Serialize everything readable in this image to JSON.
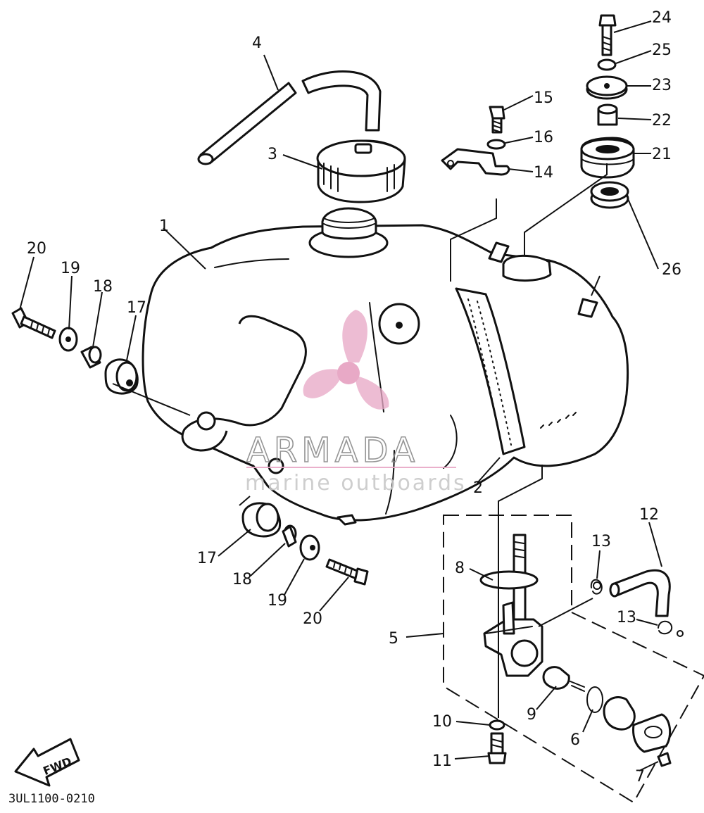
{
  "diagram": {
    "code": "3UL1100-0210",
    "fwd_label": "FWD",
    "callouts": {
      "c1": "1",
      "c2": "2",
      "c3": "3",
      "c4": "4",
      "c5": "5",
      "c6": "6",
      "c7": "7",
      "c8": "8",
      "c9": "9",
      "c10": "10",
      "c11": "11",
      "c12": "12",
      "c13a": "13",
      "c13b": "13",
      "c14": "14",
      "c15": "15",
      "c16": "16",
      "c17a": "17",
      "c17b": "17",
      "c18a": "18",
      "c18b": "18",
      "c19a": "19",
      "c19b": "19",
      "c20a": "20",
      "c20b": "20",
      "c21": "21",
      "c22": "22",
      "c23": "23",
      "c24": "24",
      "c25": "25",
      "c26": "26"
    }
  },
  "watermark": {
    "brand": "ARMADA",
    "tagline": "marine outboards",
    "logo_color": "#e8a8c6"
  }
}
